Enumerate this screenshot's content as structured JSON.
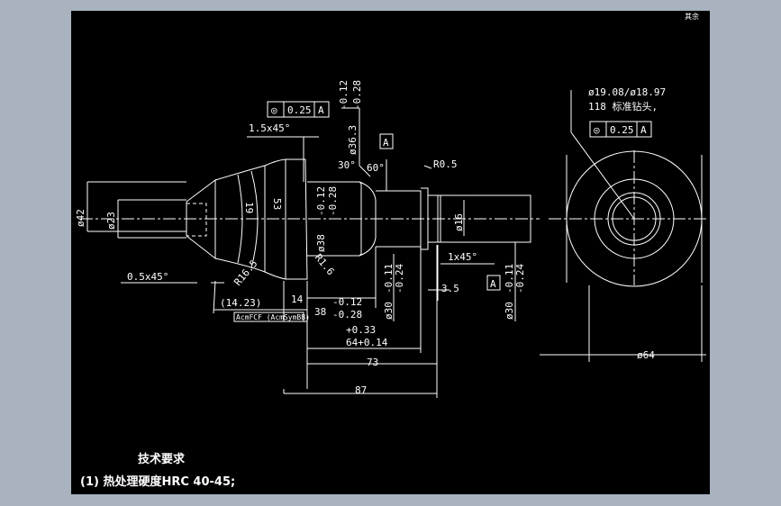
{
  "corner_label": "其余",
  "dims": {
    "d42": "ø42",
    "d23": "ø23",
    "r19": "19",
    "r53": "53",
    "chamfer_a": "1.5x45°",
    "chamfer_b": "0.5x45°",
    "chamfer_c": "1x45°",
    "ang30": "30°",
    "ang60": "60°",
    "r05": "R0.5",
    "r165": "R16.5",
    "r16": "R1.6",
    "d363": "ø36.3",
    "d363_tol_up": "-0.12",
    "d363_tol_lo": "-0.28",
    "d38_tol_up": "-0.12",
    "d38_tol_lo": "-0.28",
    "d38": "ø38",
    "d16": "ø16",
    "d30a": "ø30",
    "d30a_tol_up": "-0.11",
    "d30a_tol_lo": "-0.24",
    "d30b": "ø30",
    "d30b_tol_up": "-0.11",
    "d30b_tol_lo": "-0.24",
    "l1423": "(14.23)",
    "l14": "14",
    "l38": "38",
    "l38_tol_up": "-0.12",
    "l38_tol_lo": "-0.28",
    "l35": "3.5",
    "l64_tol": "+0.33",
    "l64": "64+0.14",
    "l73": "73",
    "l87": "87",
    "d64": "ø64",
    "acme": "AcmFCF (AcmSymBB)"
  },
  "datum": "A",
  "fcf_top": {
    "symbol": "◎",
    "value": "0.25",
    "datum": "A"
  },
  "fcf_right": {
    "symbol": "◎",
    "value": "0.25",
    "datum": "A"
  },
  "note_right_1": "ø19.08/ø18.97",
  "note_right_2": "118 标准钻头,",
  "tech_title": "技术要求",
  "tech_item_1": "(1) 热处理硬度HRC 40-45;"
}
